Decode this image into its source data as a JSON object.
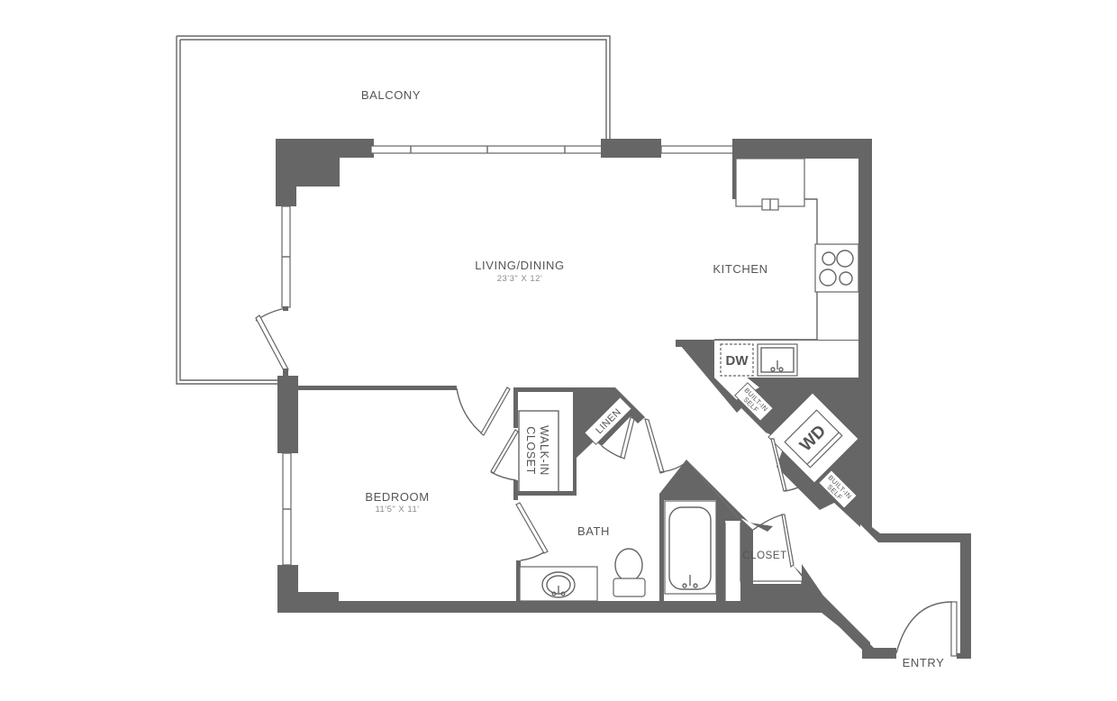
{
  "plan": {
    "colors": {
      "wall": "#666666",
      "line": "#666666",
      "label": "#555555",
      "dim": "#8a8a8a",
      "background": "#ffffff"
    },
    "rooms": {
      "balcony": {
        "label": "BALCONY"
      },
      "living": {
        "label": "LIVING/DINING",
        "dimensions": "23'3\" X 12'"
      },
      "kitchen": {
        "label": "KITCHEN"
      },
      "bedroom": {
        "label": "BEDROOM",
        "dimensions": "11'5\" X 11'"
      },
      "walkin": {
        "label_line1": "WALK-IN",
        "label_line2": "CLOSET"
      },
      "linen": {
        "label": "LINEN"
      },
      "bath": {
        "label": "BATH"
      },
      "closet": {
        "label": "CLOSET"
      },
      "entry": {
        "label": "ENTRY"
      }
    },
    "fixtures": {
      "dishwasher": "DW",
      "washer_dryer": "WD",
      "shelf_1_line1": "BUILT-IN",
      "shelf_1_line2": "SELF",
      "shelf_2_line1": "BUILT-IN",
      "shelf_2_line2": "SELF"
    }
  }
}
